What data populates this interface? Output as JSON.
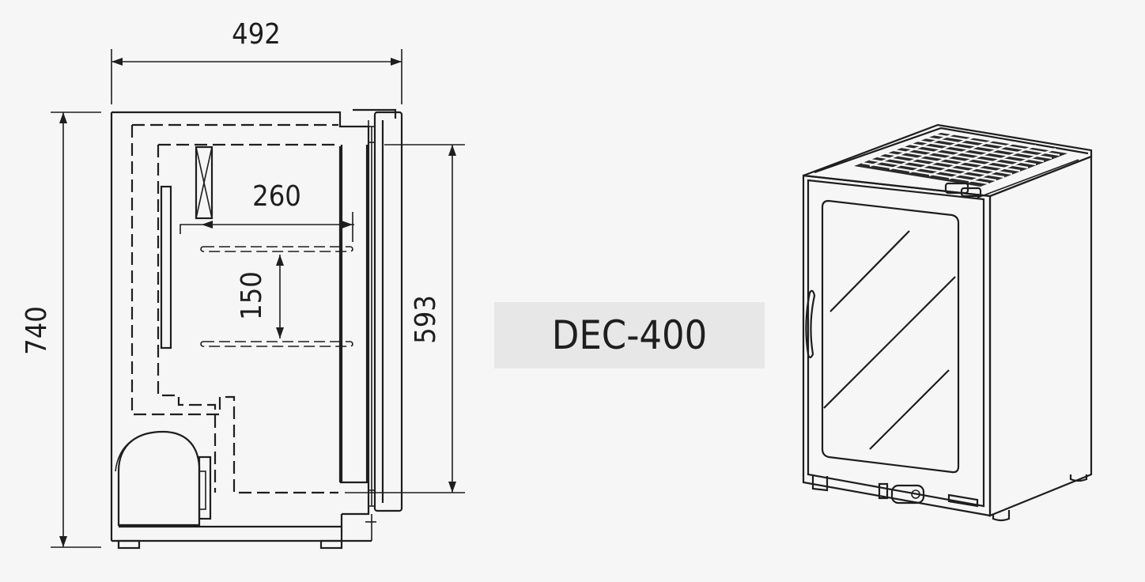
{
  "model": {
    "name": "DEC-400"
  },
  "dimensions": {
    "width": "492",
    "height": "740",
    "inner_height": "593",
    "shelf_depth": "260",
    "shelf_spacing": "150"
  },
  "colors": {
    "line": "#1e1e1e",
    "background": "#f6f6f6",
    "label_box": "#e7e7e7"
  }
}
